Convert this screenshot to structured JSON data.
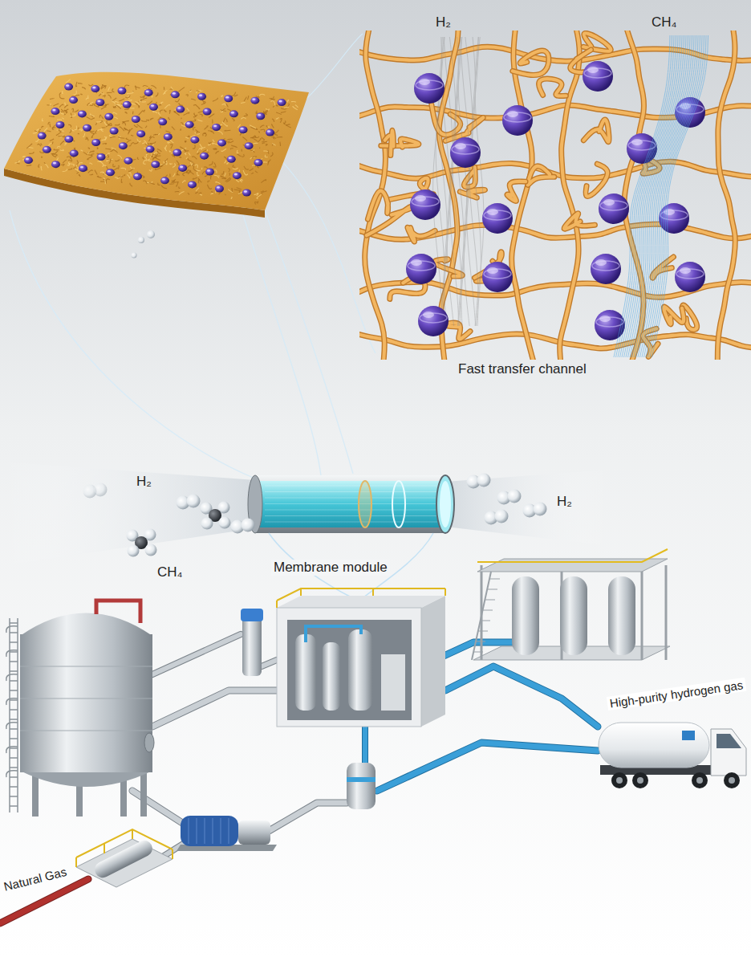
{
  "diagram": {
    "labels": [
      "H₂",
      "CH₄",
      "Fast transfer channel",
      "H₂",
      "H₂",
      "CH₄",
      "Membrane module",
      "High-purity hydrogen gas",
      "Natural Gas"
    ]
  }
}
